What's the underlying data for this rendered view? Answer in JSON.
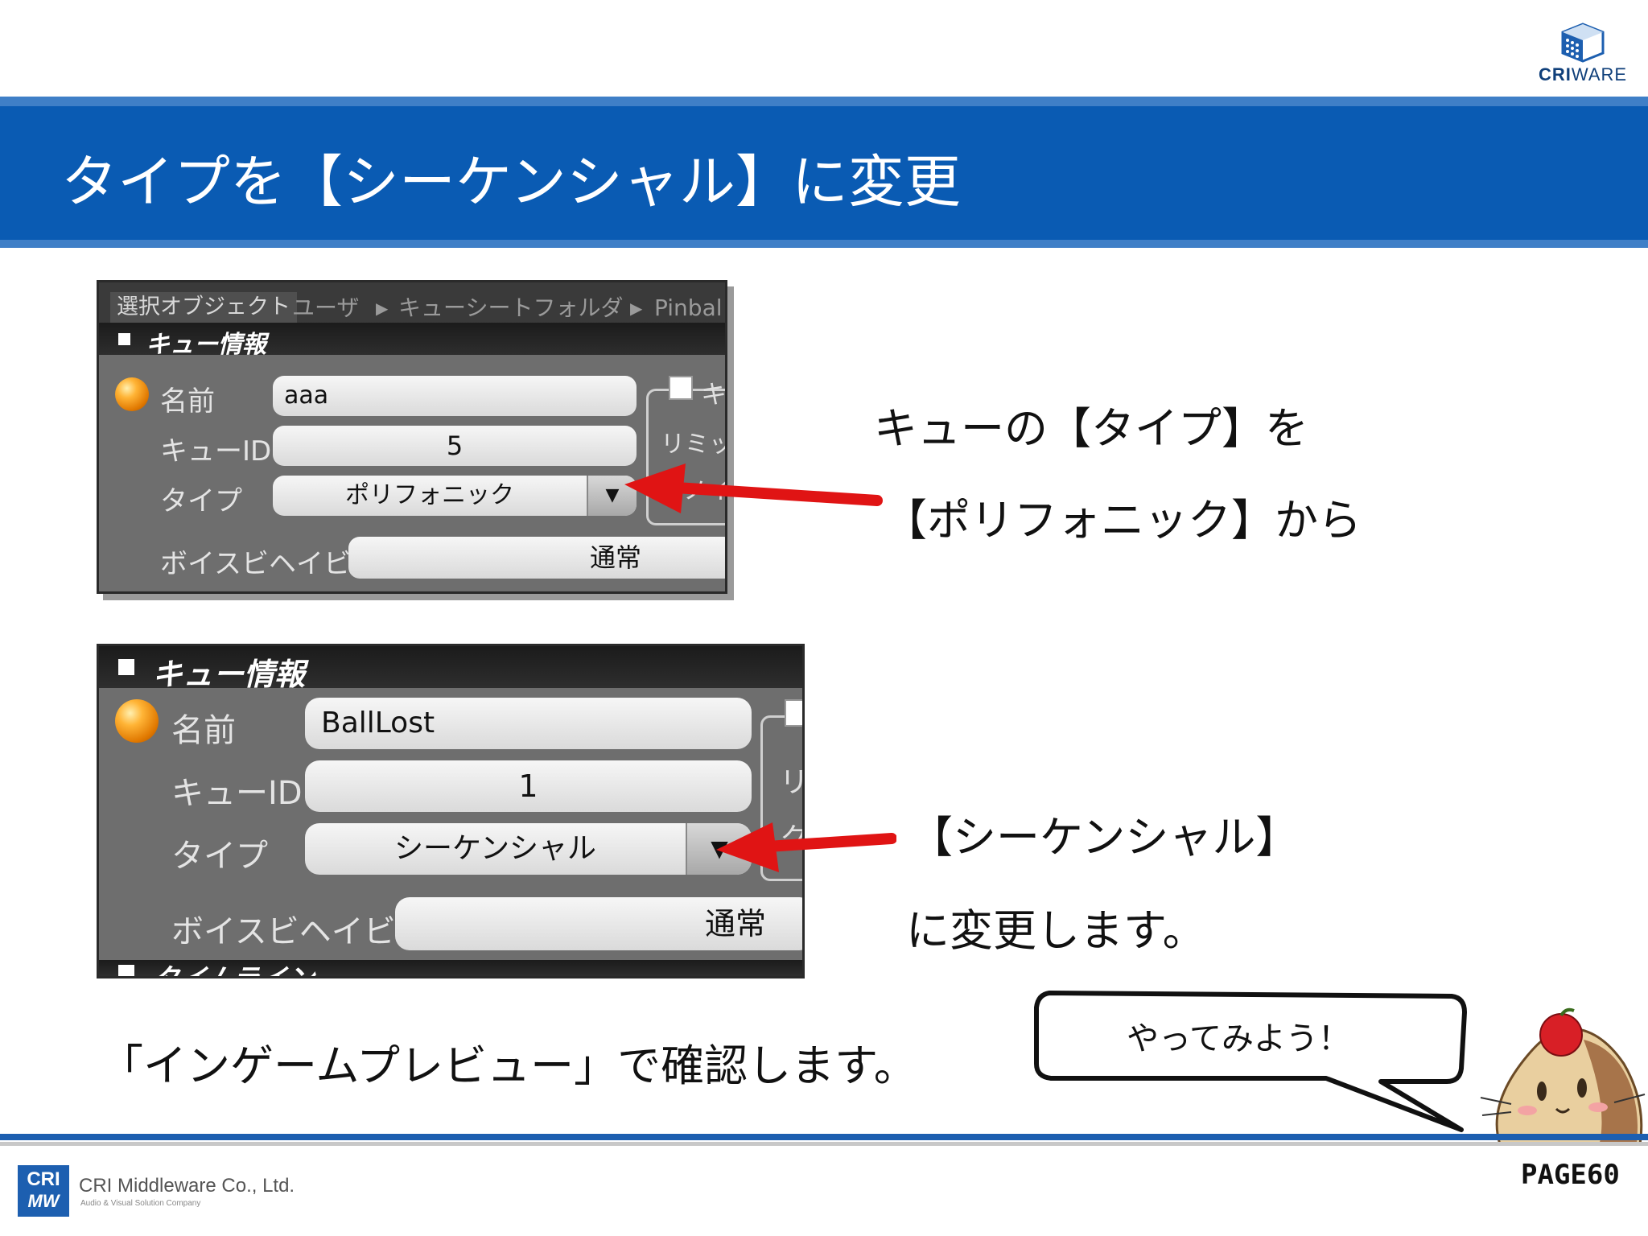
{
  "header": {
    "title": "タイプを【シーケンシャル】に変更",
    "logo_text_bold": "CRI",
    "logo_text_light": "WARE"
  },
  "panel_top": {
    "tab_label": "選択オブジェクト",
    "breadcrumb": [
      "ユーザ",
      "キューシートフォルダ",
      "Pinbal"
    ],
    "section_title": "キュー情報",
    "fields": {
      "name_label": "名前",
      "name_value": "aaa",
      "cue_id_label": "キューID",
      "cue_id_value": "5",
      "type_label": "タイプ",
      "type_value": "ポリフォニック",
      "voice_label": "ボイスビヘイビア",
      "voice_value": "通常"
    },
    "side_fragments": [
      "キ",
      "リミッ",
      "ノイ"
    ]
  },
  "panel_bottom": {
    "section_title": "キュー情報",
    "fields": {
      "name_label": "名前",
      "name_value": "BallLost",
      "cue_id_label": "キューID",
      "cue_id_value": "1",
      "type_label": "タイプ",
      "type_value": "シーケンシャル",
      "voice_label": "ボイスビヘイビア",
      "voice_value": "通常"
    },
    "side_fragments": [
      "リ",
      "ク"
    ],
    "cut_section_title": "タイムライン"
  },
  "notes": {
    "top_line1": "キューの【タイプ】を",
    "top_line2": "【ポリフォニック】から",
    "bottom_line1": "【シーケンシャル】",
    "bottom_line2": "に変更します。",
    "preview": "「インゲームプレビュー」で確認します。"
  },
  "speech_bubble": "やってみよう！",
  "footer": {
    "badge_top": "CRI",
    "badge_bottom": "MW",
    "company": "CRI Middleware Co., Ltd.",
    "company_sub": "Audio & Visual Solution Company",
    "page": "PAGE60"
  },
  "colors": {
    "band_blue": "#0a5bb3",
    "band_edge": "#3f7fc7",
    "arrow_red": "#e01414",
    "panel_gray": "#6e6e6e"
  }
}
